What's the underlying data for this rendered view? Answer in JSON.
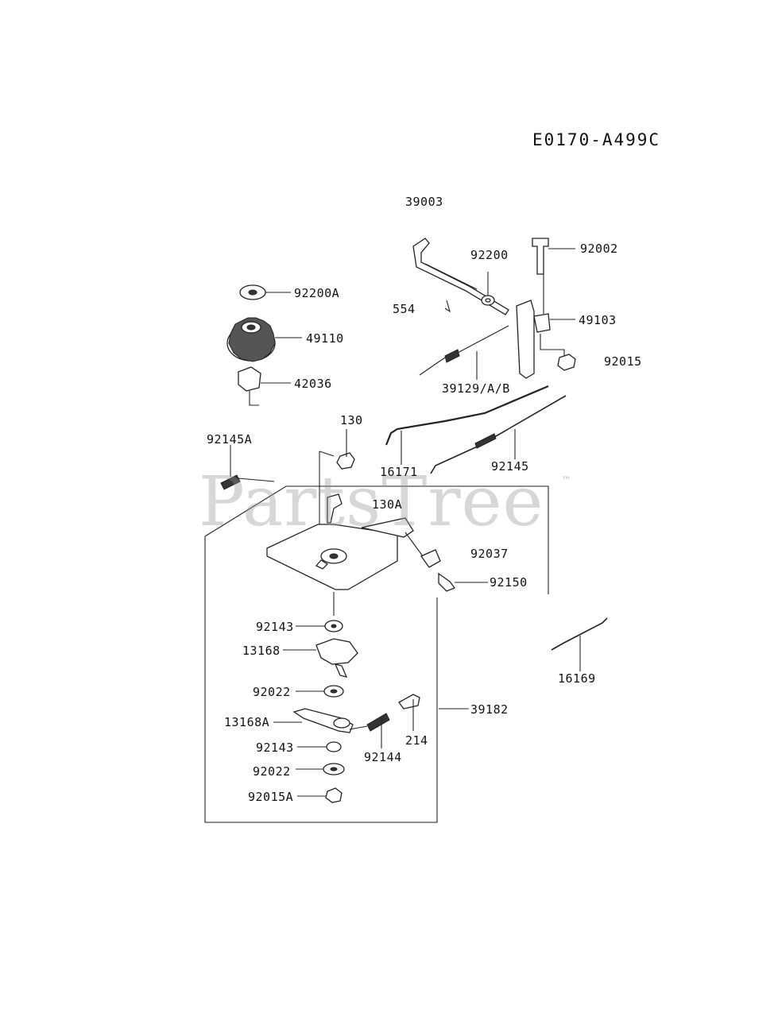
{
  "diagram": {
    "code": "E0170-A499C",
    "watermark": "PartsTree",
    "trademark": "™",
    "labels": {
      "p39003": "39003",
      "p92200": "92200",
      "p92002": "92002",
      "p92200A": "92200A",
      "p554": "554",
      "p49103": "49103",
      "p49110": "49110",
      "p92015": "92015",
      "p42036": "42036",
      "p39129": "39129/A/B",
      "p130": "130",
      "p92145A": "92145A",
      "p16171": "16171",
      "p92145": "92145",
      "p130A": "130A",
      "p92037": "92037",
      "p92150": "92150",
      "p92143a": "92143",
      "p13168": "13168",
      "p16169": "16169",
      "p92022a": "92022",
      "p39182": "39182",
      "p13168A": "13168A",
      "p214": "214",
      "p92143b": "92143",
      "p92144": "92144",
      "p92022b": "92022",
      "p92015A": "92015A"
    }
  }
}
